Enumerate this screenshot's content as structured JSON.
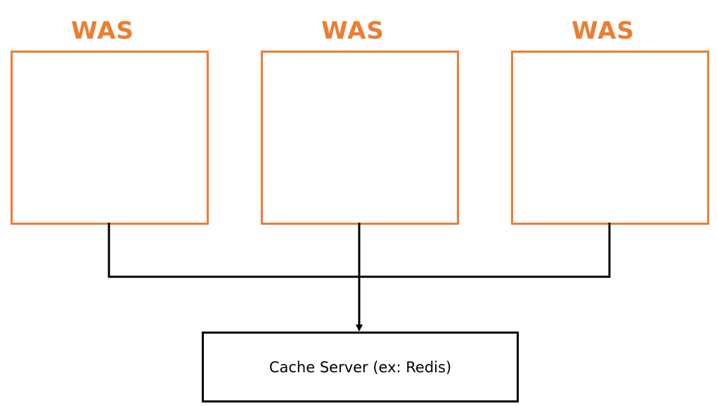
{
  "colors": {
    "was_accent": "#ED7D31",
    "connector": "#000000",
    "cache_border": "#000000"
  },
  "nodes": {
    "was": [
      {
        "label": "WAS"
      },
      {
        "label": "WAS"
      },
      {
        "label": "WAS"
      }
    ],
    "cache_server": {
      "label": "Cache Server (ex: Redis)"
    }
  },
  "edges": [
    {
      "from": "WAS 1",
      "to": "Cache Server (ex: Redis)"
    },
    {
      "from": "WAS 2",
      "to": "Cache Server (ex: Redis)"
    },
    {
      "from": "WAS 3",
      "to": "Cache Server (ex: Redis)"
    }
  ]
}
